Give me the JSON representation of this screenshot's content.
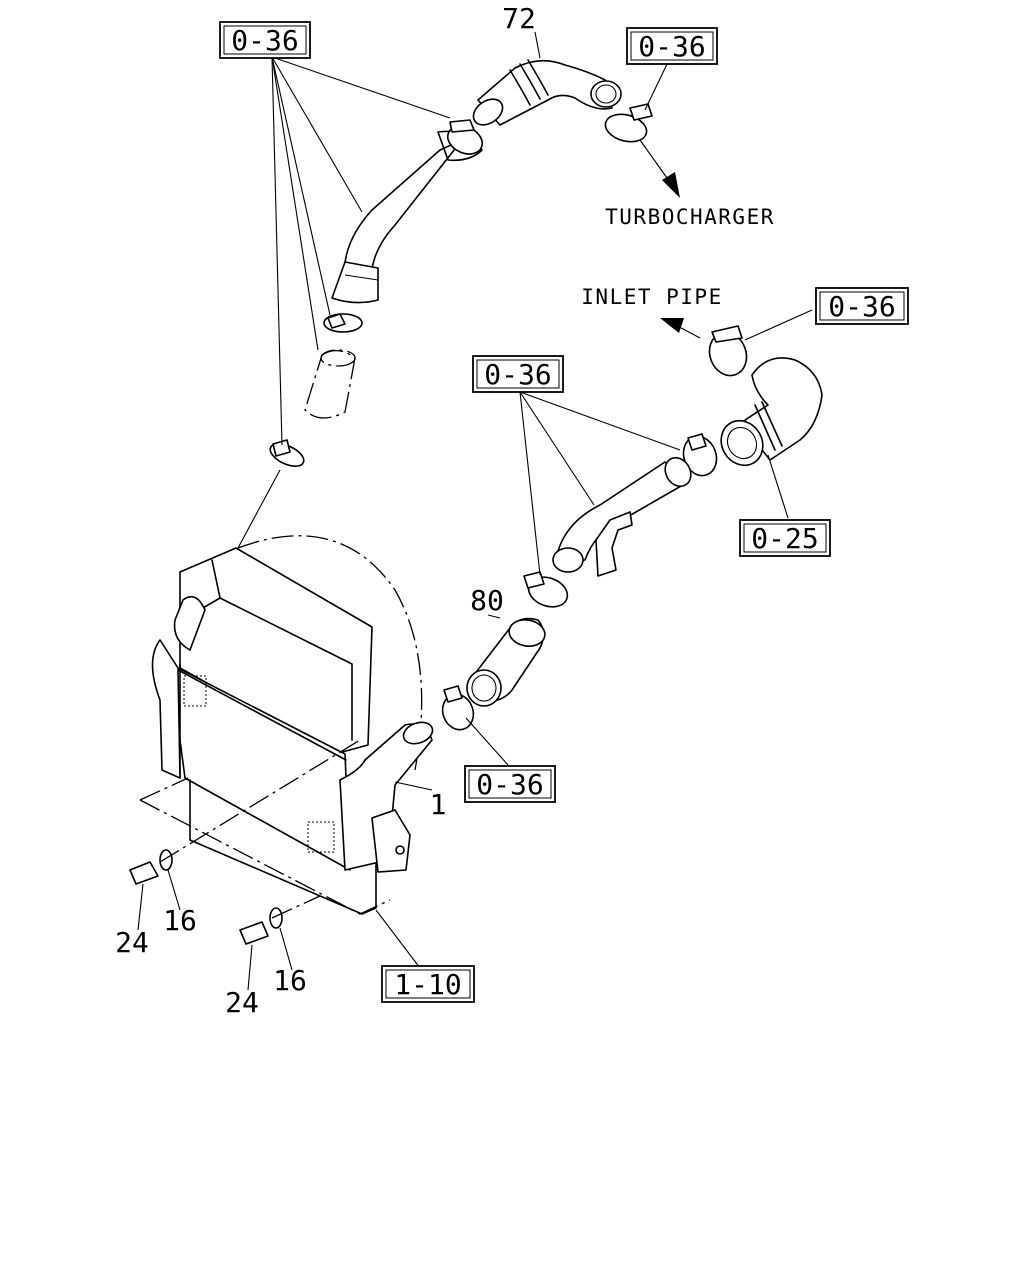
{
  "callouts": {
    "ref_top_left": "0-36",
    "ref_top_right": "0-36",
    "ref_inlet_clamp": "0-36",
    "ref_mid_clamps": "0-36",
    "ref_hose": "0-25",
    "ref_lower_clamp": "0-36",
    "ref_intercooler": "1-10"
  },
  "part_numbers": {
    "hose_top": "72",
    "hose_lower": "80",
    "intercooler": "1",
    "bolt_left": "24",
    "washer_left": "16",
    "bolt_right": "24",
    "washer_right": "16"
  },
  "notes": {
    "turbocharger": "TURBOCHARGER",
    "inlet_pipe": "INLET PIPE"
  }
}
